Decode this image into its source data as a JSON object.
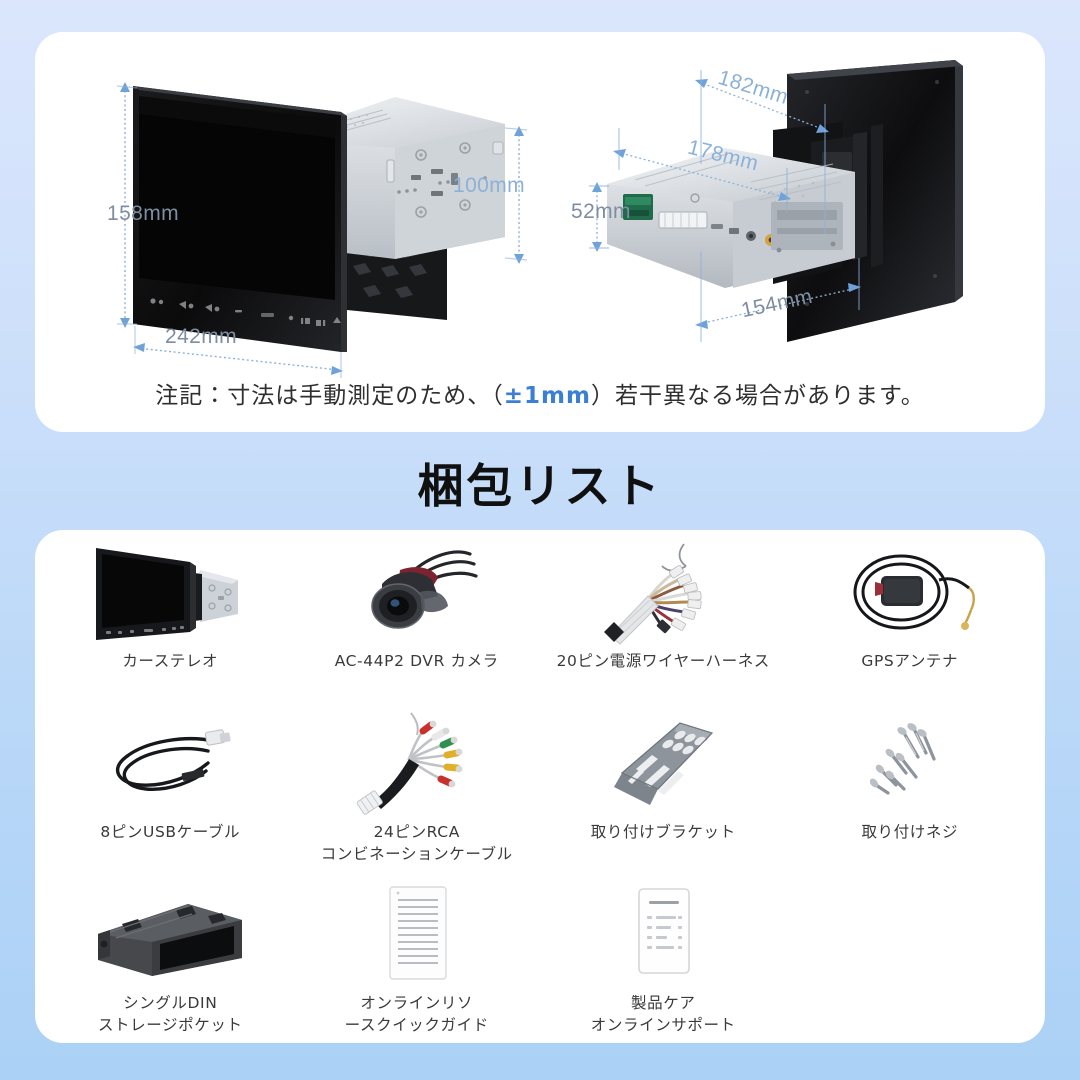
{
  "background": {
    "gradient_top": "#dbe6fc",
    "gradient_bottom": "#abd1f6"
  },
  "dimension_card": {
    "accent_color": "#8cb1d8",
    "note_prefix": "注記：寸法は手動測定のため、（",
    "note_accent": "±1mm",
    "note_suffix": "）若干異なる場合があります。",
    "left_view": {
      "name": "front-view",
      "labels": [
        {
          "id": "height",
          "text": "158mm"
        },
        {
          "id": "depth",
          "text": "100mm"
        },
        {
          "id": "width",
          "text": "242mm"
        }
      ]
    },
    "right_view": {
      "name": "rear-view",
      "labels": [
        {
          "id": "overall-depth",
          "text": "182mm"
        },
        {
          "id": "chassis-depth",
          "text": "178mm"
        },
        {
          "id": "chassis-height",
          "text": "52mm"
        },
        {
          "id": "chassis-width",
          "text": "154mm"
        }
      ]
    }
  },
  "section": {
    "heading": "梱包リスト"
  },
  "packing_list": {
    "items": [
      {
        "id": "car-stereo",
        "label": "カーステレオ",
        "art": "head-unit"
      },
      {
        "id": "dvr-camera",
        "label": "AC-44P2 DVR カメラ",
        "art": "dash-camera"
      },
      {
        "id": "power-harness",
        "label": "20ピン電源ワイヤーハーネス",
        "art": "wire-harness"
      },
      {
        "id": "gps-antenna",
        "label": "GPSアンテナ",
        "art": "gps-antenna"
      },
      {
        "id": "usb-cable",
        "label": "8ピンUSBケーブル",
        "art": "usb-cable"
      },
      {
        "id": "rca-cable",
        "label": "24ピンRCA\nコンビネーションケーブル",
        "art": "rca-cable"
      },
      {
        "id": "mounting-bracket",
        "label": "取り付けブラケット",
        "art": "bracket"
      },
      {
        "id": "mounting-screws",
        "label": "取り付けネジ",
        "art": "screws"
      },
      {
        "id": "storage-pocket",
        "label": "シングルDIN\nストレージポケット",
        "art": "din-pocket"
      },
      {
        "id": "quick-guide",
        "label": "オンラインリソ\nースクイックガイド",
        "art": "lined-document"
      },
      {
        "id": "product-care",
        "label": "製品ケア\nオンラインサポート",
        "art": "support-document"
      },
      {
        "id": "blank",
        "label": "",
        "art": "none"
      }
    ]
  }
}
